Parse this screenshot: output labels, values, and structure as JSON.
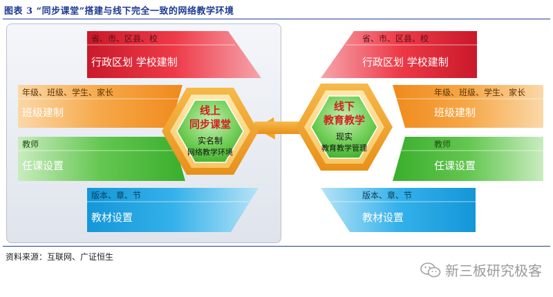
{
  "header": {
    "title": "图表 3 “同步课堂”搭建与线下完全一致的网络教学环境"
  },
  "left": {
    "center": {
      "line1": "线上",
      "line2": "同步课堂",
      "line3": "实名制",
      "line4": "网络教学环境"
    },
    "cards": [
      {
        "sub": "省、市、区县、校",
        "main": "行政区划 学校建制"
      },
      {
        "sub": "年级、班级、学生、家长",
        "main": "班级建制"
      },
      {
        "sub": "教师",
        "main": "任课设置"
      },
      {
        "sub": "版本、章、节",
        "main": "教材设置"
      }
    ]
  },
  "right": {
    "center": {
      "line1": "线下",
      "line2": "教育教学",
      "line3": "现实",
      "line4": "教育教学管理"
    },
    "cards": [
      {
        "sub": "省、市、区县、校",
        "main": "行政区划 学校建制"
      },
      {
        "sub": "年级、班级、学生、家长",
        "main": "班级建制"
      },
      {
        "sub": "教师",
        "main": "任课设置"
      },
      {
        "sub": "版本、章、节",
        "main": "教材设置"
      }
    ]
  },
  "footer": {
    "source": "资料来源：互联网、广证恒生",
    "watermark": "新三板研究极客"
  },
  "colors": {
    "red": "#e8303f",
    "orange": "#f5a13a",
    "green": "#56c043",
    "blue": "#26a6e4",
    "hexGold": "#f2a526",
    "title": "#1f3a93"
  }
}
